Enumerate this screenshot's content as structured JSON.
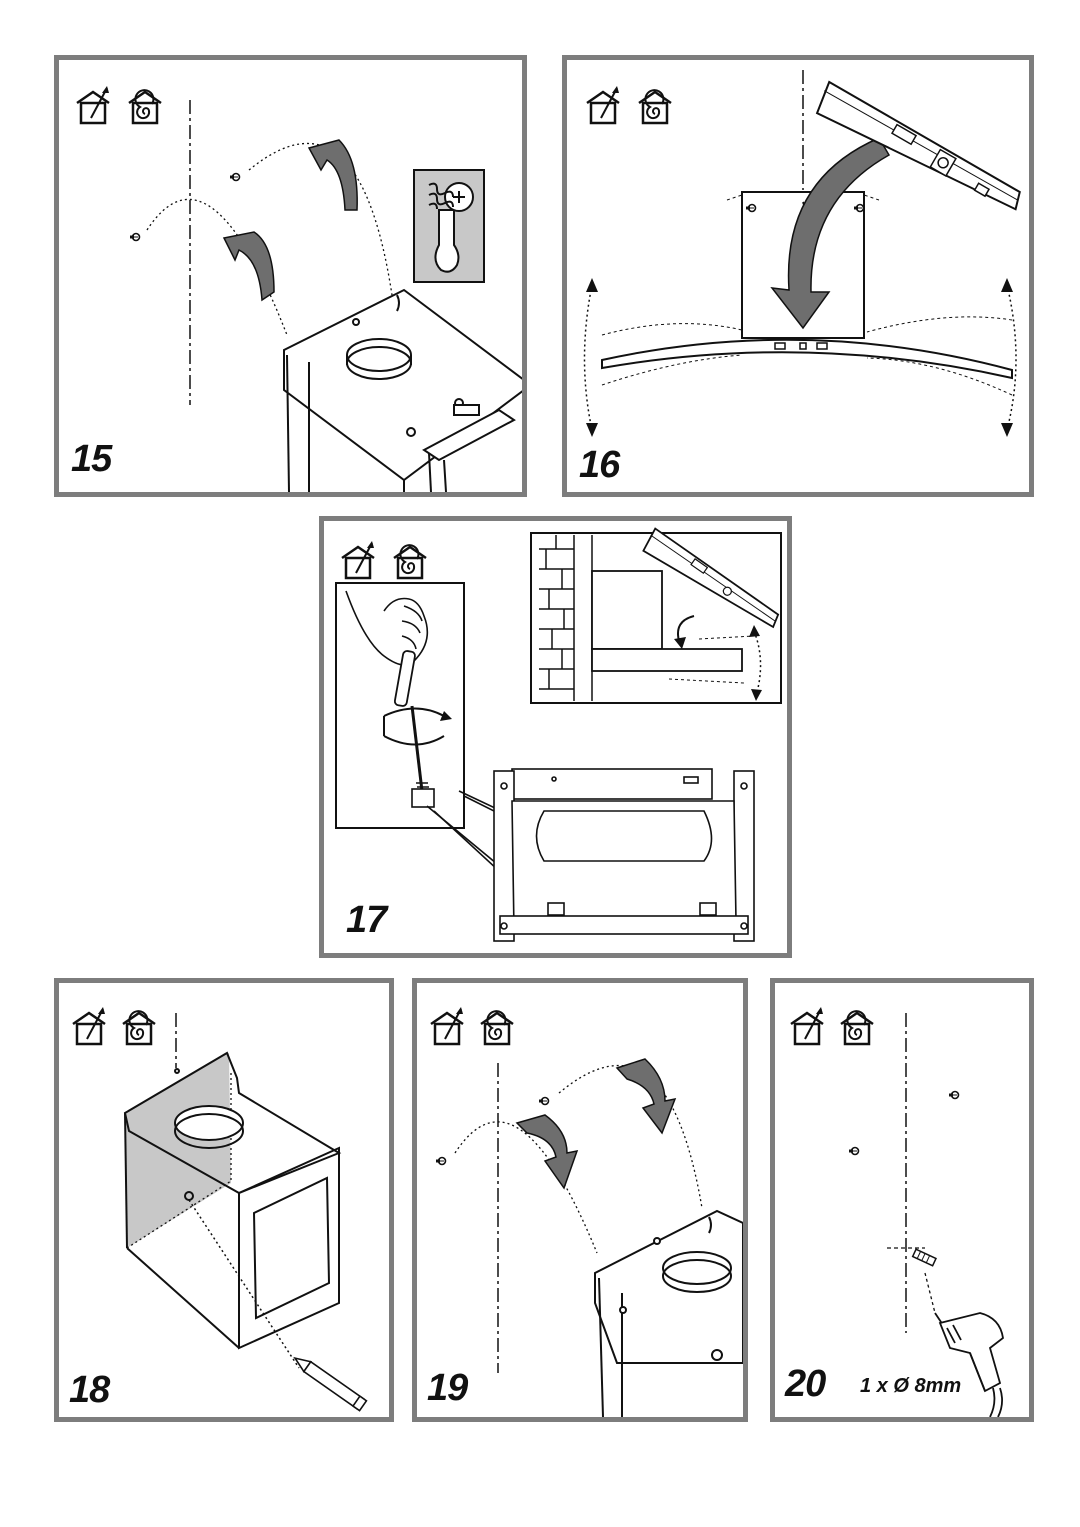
{
  "steps": [
    {
      "number": "15"
    },
    {
      "number": "16"
    },
    {
      "number": "17"
    },
    {
      "number": "18"
    },
    {
      "number": "19"
    },
    {
      "number": "20",
      "drill_spec": "1 x Ø 8mm"
    }
  ],
  "icons": [
    "extraction-mode-icon",
    "recirculation-mode-icon",
    "spirit-level-icon",
    "screwdriver-icon",
    "pencil-icon",
    "drill-icon"
  ],
  "colors": {
    "frame": "#7d7d7d",
    "shade": "#c8c8c8",
    "arrow": "#6e6e6e",
    "line": "#111111"
  }
}
